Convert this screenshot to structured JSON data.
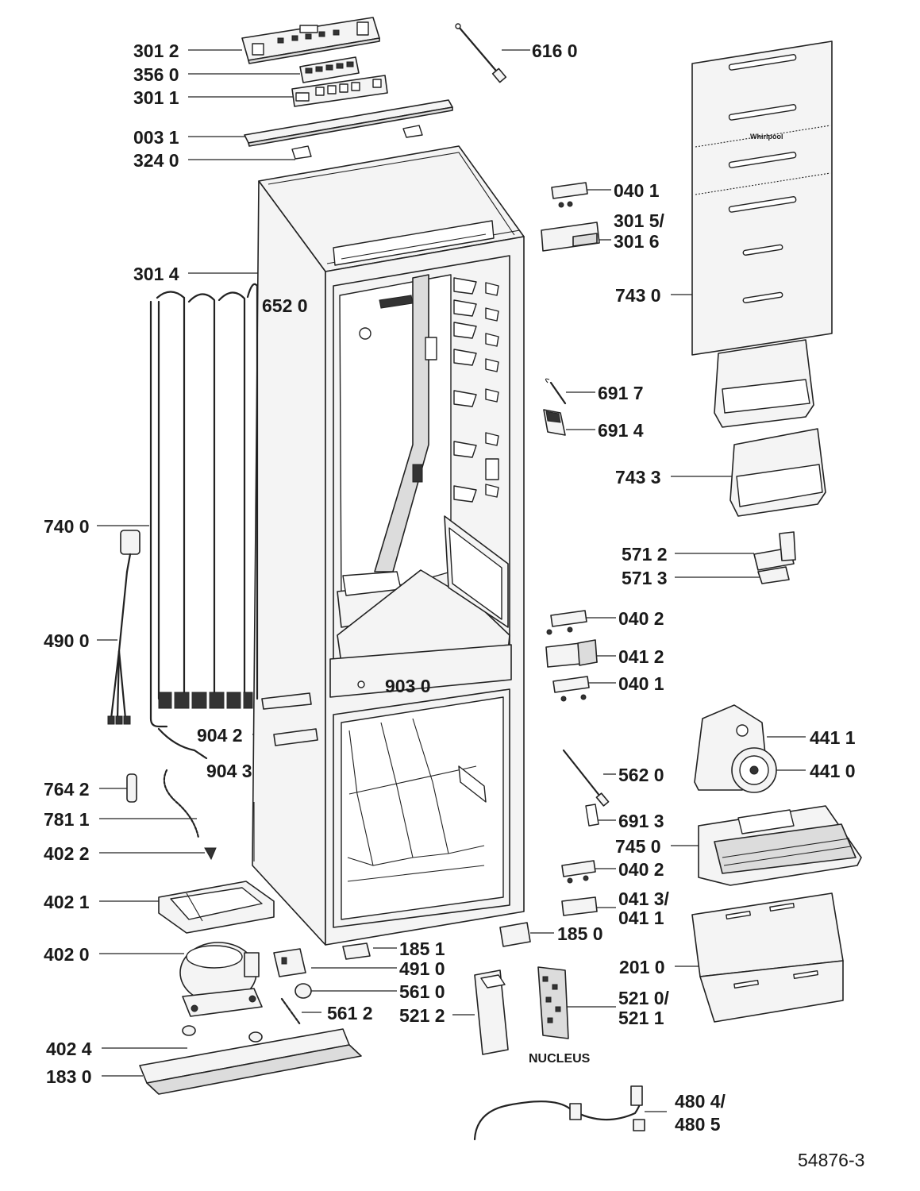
{
  "labels": {
    "p3012": "301 2",
    "p3560": "356 0",
    "p3011": "301 1",
    "p0031": "003 1",
    "p3240": "324 0",
    "p6160": "616 0",
    "p0401a": "040 1",
    "p3015": "301 5/",
    "p3016": "301 6",
    "p3014": "301 4",
    "p6520": "652 0",
    "p7430": "743 0",
    "p6917": "691 7",
    "p6914": "691 4",
    "p7433": "743 3",
    "p7400": "740 0",
    "p5712": "571 2",
    "p5713": "571 3",
    "p4900": "490 0",
    "p0402a": "040 2",
    "p0412": "041 2",
    "p0401b": "040 1",
    "p9030": "903 0",
    "p9042": "904 2",
    "p9043": "904 3",
    "p4411": "441 1",
    "p4410": "441 0",
    "p7642": "764 2",
    "p5620": "562 0",
    "p7811": "781 1",
    "p6913": "691 3",
    "p4022": "402 2",
    "p7450": "745 0",
    "p0402b": "040 2",
    "p4021": "402 1",
    "p0413": "041 3/",
    "p0411": "041 1",
    "p1851": "185 1",
    "p1850": "185 0",
    "p4020": "402 0",
    "p4910": "491 0",
    "p2010": "201 0",
    "p5610": "561 0",
    "p5210": "521 0/",
    "p5211": "521 1",
    "p5612": "561 2",
    "p5212": "521 2",
    "p4024": "402 4",
    "p1830": "183 0",
    "nucleus": "NUCLEUS",
    "p4804": "480 4/",
    "p4805": "480 5"
  },
  "reference": "54876-3",
  "door_brand": "Whirlpool"
}
